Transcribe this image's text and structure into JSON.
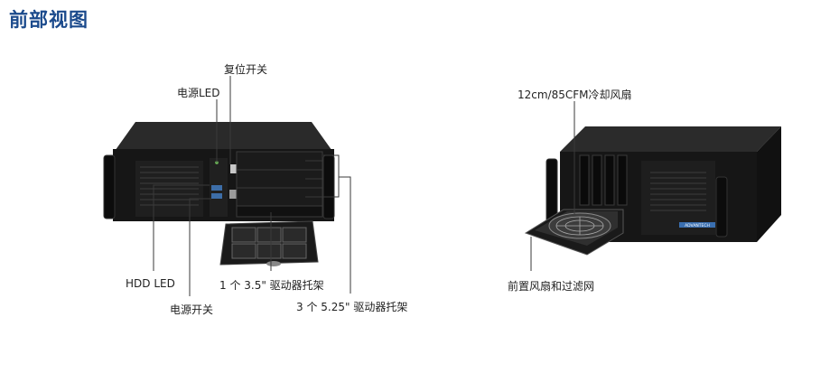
{
  "heading": "前部视图",
  "front_view": {
    "labels": {
      "reset_switch": "复位开关",
      "power_led": "电源LED",
      "hdd_led": "HDD LED",
      "power_switch": "电源开关",
      "bay_35": "1 个 3.5\" 驱动器托架",
      "bay_525": "3 个 5.25\" 驱动器托架"
    }
  },
  "side_view": {
    "labels": {
      "fan": "12cm/85CFM冷却风扇",
      "filter": "前置风扇和过滤网"
    },
    "brand_mark": "ADVANTECH"
  },
  "colors": {
    "heading": "#1b4a8c",
    "callout_line": "#3a3a3a",
    "chassis": "#161616"
  }
}
